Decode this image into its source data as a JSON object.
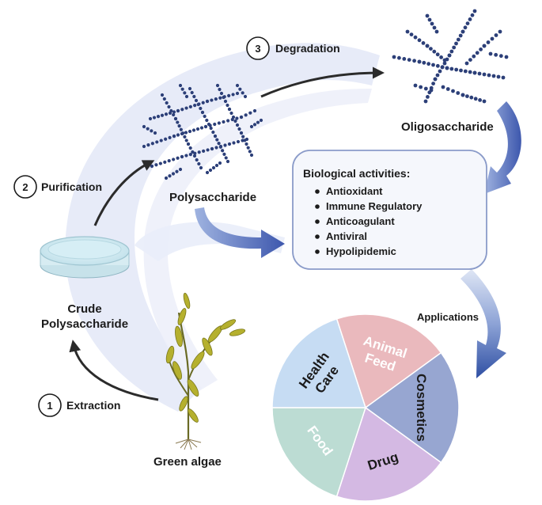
{
  "steps": [
    {
      "num": "1",
      "label": "Extraction"
    },
    {
      "num": "2",
      "label": "Purification"
    },
    {
      "num": "3",
      "label": "Degradation"
    }
  ],
  "nodes": {
    "green_algae": "Green algae",
    "crude_line1": "Crude",
    "crude_line2": "Polysaccharide",
    "polysaccharide": "Polysaccharide",
    "oligosaccharide": "Oligosaccharide"
  },
  "bio_box": {
    "title": "Biological activities:",
    "items": [
      "Antioxidant",
      "Immune Regulatory",
      "Anticoagulant",
      "Antiviral",
      "Hypolipidemic"
    ]
  },
  "applications_label": "Applications",
  "pie": {
    "slices": [
      {
        "name": "animal-feed",
        "lines": [
          "Animal",
          "Feed"
        ],
        "fraction": 0.2,
        "color": "#eab9bd",
        "text_color": "#ffffff"
      },
      {
        "name": "cosmetics",
        "lines": [
          "Cosmetics"
        ],
        "fraction": 0.2,
        "color": "#97a6d1",
        "text_color": "#1b1b1b"
      },
      {
        "name": "drug",
        "lines": [
          "Drug"
        ],
        "fraction": 0.2,
        "color": "#d4b9e3",
        "text_color": "#1b1b1b"
      },
      {
        "name": "food",
        "lines": [
          "Food"
        ],
        "fraction": 0.2,
        "color": "#bcdcd3",
        "text_color": "#ffffff"
      },
      {
        "name": "health-care",
        "lines": [
          "Health",
          "Care"
        ],
        "fraction": 0.2,
        "color": "#c6dcf3",
        "text_color": "#1b1b1b"
      }
    ]
  },
  "colors": {
    "cycle_band": "#e6eaf8",
    "bead": "#2c3f78",
    "flow_arrow": "#4a63b0",
    "box_border": "#8a9bc9",
    "box_fill": "#f5f7fc"
  }
}
